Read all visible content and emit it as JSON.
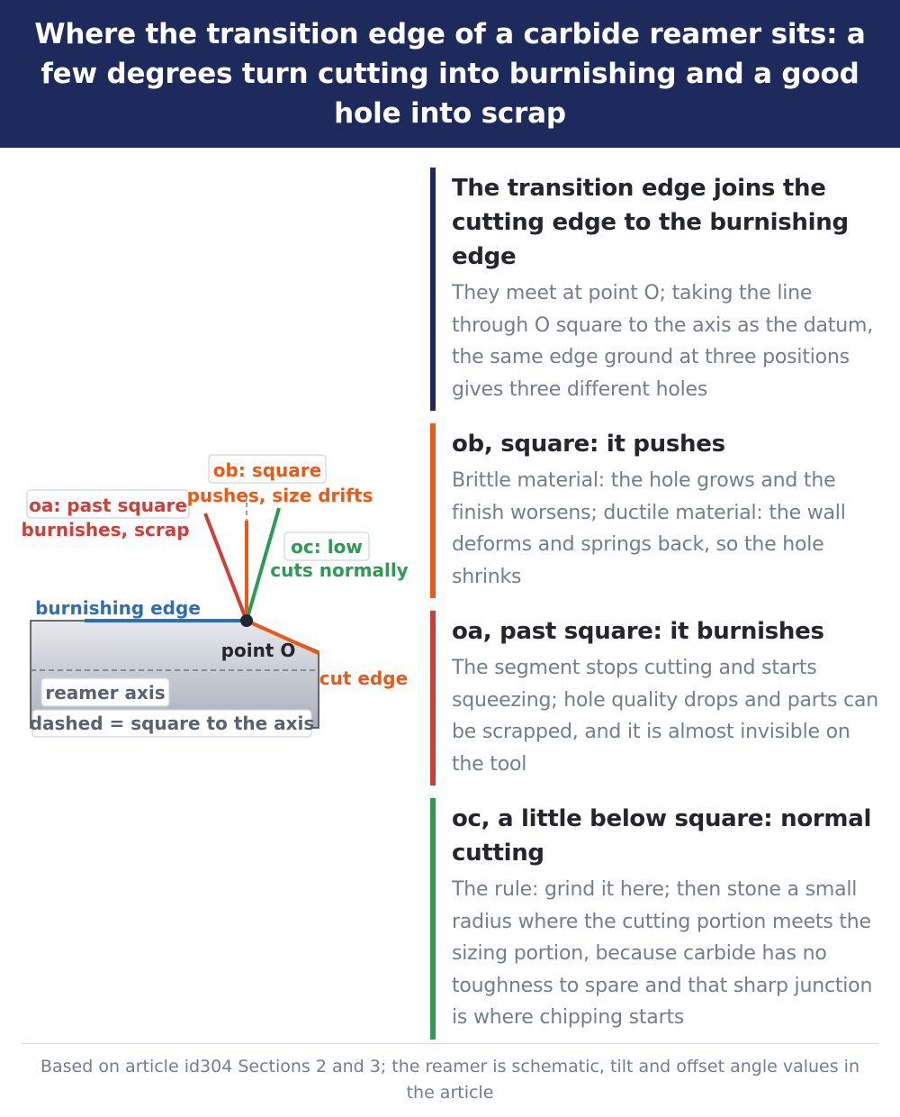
{
  "title": "Where the transition edge of a carbide reamer sits: a few degrees turn cutting into burnishing and a good hole into scrap",
  "diagram": {
    "labels": {
      "oa_line1": "oa: past square",
      "oa_line2": "burnishes, scrap",
      "ob_line1": "ob: square",
      "ob_line2": "pushes, size drifts",
      "oc_line1": "oc: low",
      "oc_line2": "cuts normally",
      "burnishing_edge": "burnishing edge",
      "point_o": "point O",
      "cut_edge": "cut edge",
      "reamer_axis": "reamer axis",
      "dashed_note": "dashed = square to the axis"
    },
    "colors": {
      "oa": "#cc3f3b",
      "ob": "#e55b1a",
      "oc": "#2a9b51",
      "burnishing": "#2f6db5",
      "body": "#c3c8d2"
    }
  },
  "sections": [
    {
      "heading": "The transition edge joins the cutting edge to the burnishing edge",
      "body": "They meet at point O; taking the line through O square to the axis as the datum, the same edge ground at three positions gives three different holes"
    },
    {
      "heading": "ob, square: it pushes",
      "body": "Brittle material: the hole grows and the finish worsens; ductile material: the wall deforms and springs back, so the hole shrinks"
    },
    {
      "heading": "oa, past square: it burnishes",
      "body": "The segment stops cutting and starts squeezing; hole quality drops and parts can be scrapped, and it is almost invisible on the tool"
    },
    {
      "heading": "oc, a little below square: normal cutting",
      "body": "The rule: grind it here; then stone a small radius where the cutting portion meets the sizing portion, because carbide has no toughness to spare and that sharp junction is where chipping starts"
    }
  ],
  "footer": "Based on article id304 Sections 2 and 3; the reamer is schematic, tilt and offset angle values in the article"
}
